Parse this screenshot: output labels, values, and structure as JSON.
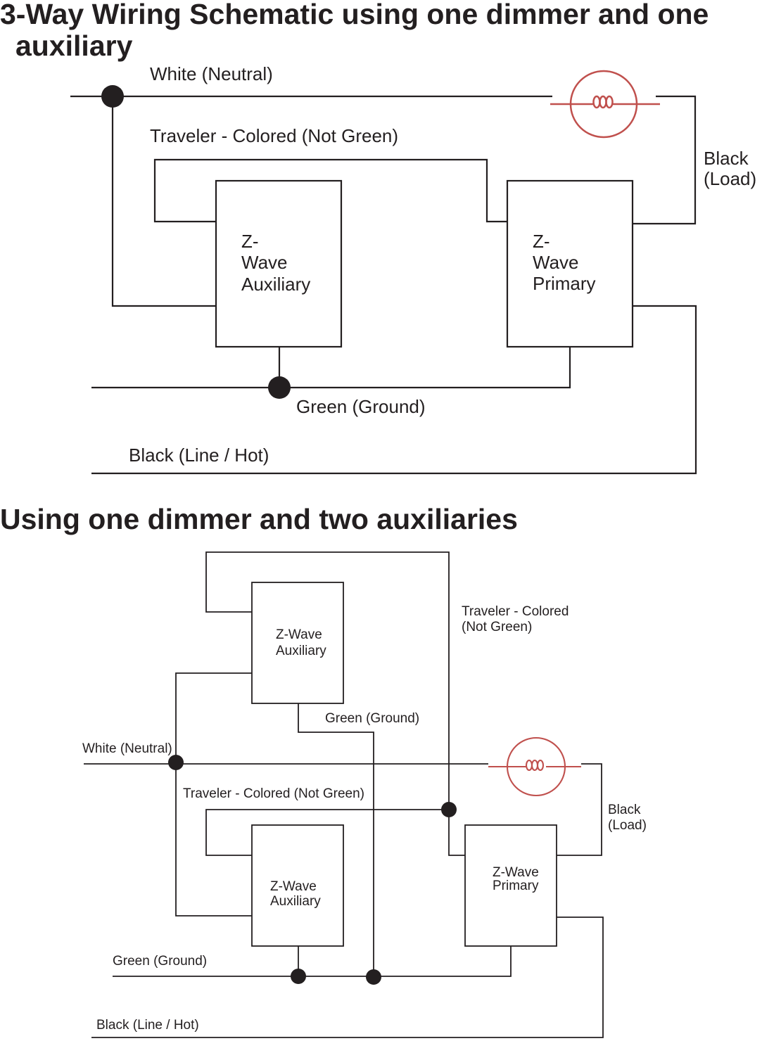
{
  "colors": {
    "wire": "#231f20",
    "lamp": "#c0504d",
    "background": "#ffffff"
  },
  "schematic_one": {
    "title_lines": [
      "3-Way Wiring Schematic using one dimmer and one",
      "auxiliary"
    ],
    "wire_labels": {
      "neutral": "White (Neutral)",
      "traveler": "Traveler - Colored (Not Green)",
      "load": [
        "Black",
        "(Load)"
      ],
      "ground": "Green (Ground)",
      "line_hot": "Black (Line / Hot)"
    },
    "auxiliary": [
      "Z-",
      "Wave",
      "Auxiliary"
    ],
    "primary": [
      "Z-",
      "Wave",
      "Primary"
    ]
  },
  "schematic_two": {
    "title": "Using one dimmer and two auxiliaries",
    "wire_labels": {
      "upper_traveler": [
        "Traveler - Colored",
        "(Not Green)"
      ],
      "upper_ground": "Green (Ground)",
      "neutral": "White (Neutral)",
      "load": [
        "Black",
        "(Load)"
      ],
      "lower_traveler": "Traveler - Colored (Not Green)",
      "ground": "Green (Ground)",
      "line_hot": "Black (Line / Hot)"
    },
    "upper_auxiliary": [
      "Z-Wave",
      "Auxiliary"
    ],
    "lower_auxiliary": [
      "Z-Wave",
      "Auxiliary"
    ],
    "primary": [
      "Z-Wave",
      "Primary"
    ]
  }
}
